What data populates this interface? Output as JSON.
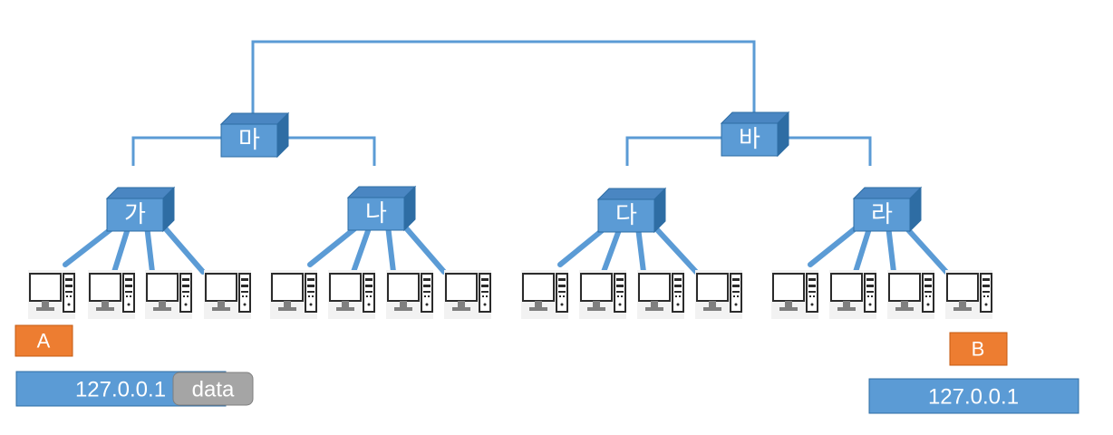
{
  "switches": {
    "ma": "마",
    "ba": "바",
    "ga": "가",
    "na": "나",
    "da": "다",
    "ra": "라"
  },
  "hosts": {
    "a": "A",
    "b": "B"
  },
  "packet_a": {
    "address": "127.0.0.1",
    "payload": "data"
  },
  "packet_b": {
    "address": "127.0.0.1"
  },
  "colors": {
    "line": "#5b9bd5",
    "switch_front": "#5b9bd5",
    "switch_top": "#4a86c2",
    "switch_side": "#2e6da4",
    "host_tag": "#ed7d31",
    "address_bar": "#5b9bd5",
    "data_block": "#a5a5a5"
  },
  "icons": {
    "switch": "network-switch-icon",
    "pc": "desktop-computer-icon"
  }
}
